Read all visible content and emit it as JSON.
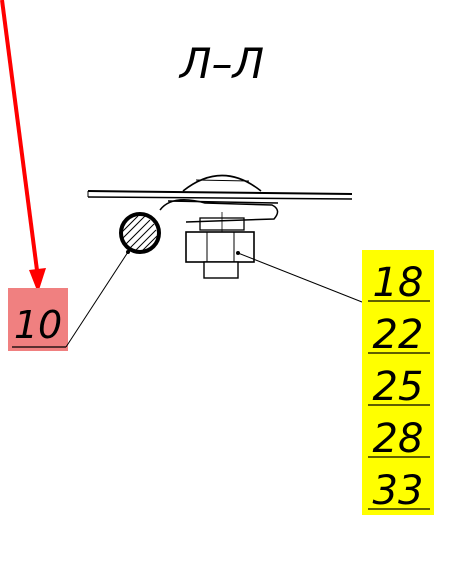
{
  "section_title": "Л–Л",
  "callouts": {
    "left_label": "10",
    "right_labels": [
      "18",
      "22",
      "25",
      "28",
      "33"
    ]
  },
  "colors": {
    "highlight_red": "#f08080",
    "highlight_yellow": "#ffff00",
    "arrow": "#ff0000",
    "line": "#000000",
    "background": "#ffffff"
  },
  "icons": {
    "arrow": "red-pointer-arrow"
  }
}
